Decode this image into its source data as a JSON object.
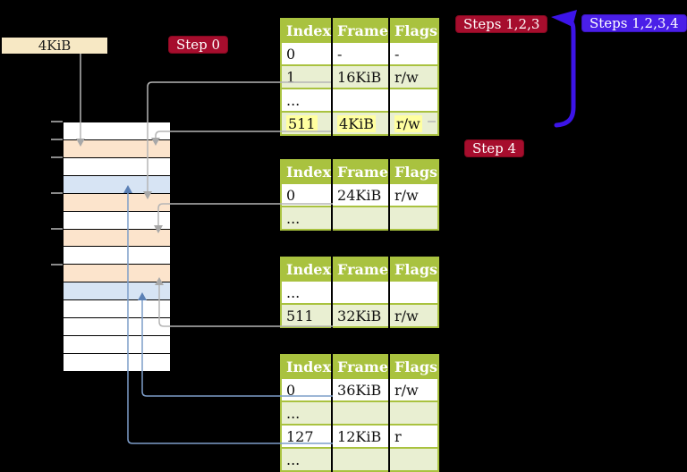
{
  "diagram": {
    "memory_label": "4KiB",
    "badges": {
      "step0": "Step 0",
      "steps123": "Steps 1,2,3",
      "steps1234": "Steps 1,2,3,4",
      "step4": "Step 4"
    }
  },
  "tables": [
    {
      "headers": [
        "Index",
        "Frame",
        "Flags"
      ],
      "rows": [
        {
          "cells": [
            "0",
            "-",
            "-"
          ],
          "highlight": false
        },
        {
          "cells": [
            "1",
            "16KiB",
            "r/w"
          ],
          "highlight": false
        },
        {
          "cells": [
            "...",
            "",
            ""
          ],
          "highlight": false
        },
        {
          "cells": [
            "511",
            "4KiB",
            "r/w"
          ],
          "highlight": true
        }
      ]
    },
    {
      "headers": [
        "Index",
        "Frame",
        "Flags"
      ],
      "rows": [
        {
          "cells": [
            "0",
            "24KiB",
            "r/w"
          ],
          "highlight": false
        },
        {
          "cells": [
            "...",
            "",
            ""
          ],
          "highlight": false
        }
      ]
    },
    {
      "headers": [
        "Index",
        "Frame",
        "Flags"
      ],
      "rows": [
        {
          "cells": [
            "...",
            "",
            ""
          ],
          "highlight": false
        },
        {
          "cells": [
            "511",
            "32KiB",
            "r/w"
          ],
          "highlight": false
        }
      ]
    },
    {
      "headers": [
        "Index",
        "Frame",
        "Flags"
      ],
      "rows": [
        {
          "cells": [
            "0",
            "36KiB",
            "r/w"
          ],
          "highlight": false
        },
        {
          "cells": [
            "...",
            "",
            ""
          ],
          "highlight": false
        },
        {
          "cells": [
            "127",
            "12KiB",
            "r"
          ],
          "highlight": false
        },
        {
          "cells": [
            "...",
            "",
            ""
          ],
          "highlight": false
        }
      ]
    }
  ],
  "memory_stack": {
    "cells": [
      "white",
      "peach",
      "white",
      "blue",
      "peach",
      "white",
      "peach",
      "white",
      "peach",
      "blue",
      "white",
      "white",
      "white",
      "white"
    ]
  },
  "colors": {
    "background": "#000000",
    "table_header_green": "#a9c23f",
    "table_row_green": "#e9efd2",
    "highlight_yellow": "#ffffa0",
    "badge_crimson": "#a60d2d",
    "badge_blue": "#4a1fe8",
    "memory_label_beige": "#f7e8c4",
    "cell_white": "#ffffff",
    "cell_peach": "#fce4cc",
    "cell_blue": "#d7e4f4",
    "connector_gray": "#b5b5b5",
    "connector_gray_head": "#a8a8a8",
    "connector_blue": "#7d9dc9",
    "connector_blue_head": "#5b80b5",
    "arrow_thick_blue": "#3c14e8"
  }
}
